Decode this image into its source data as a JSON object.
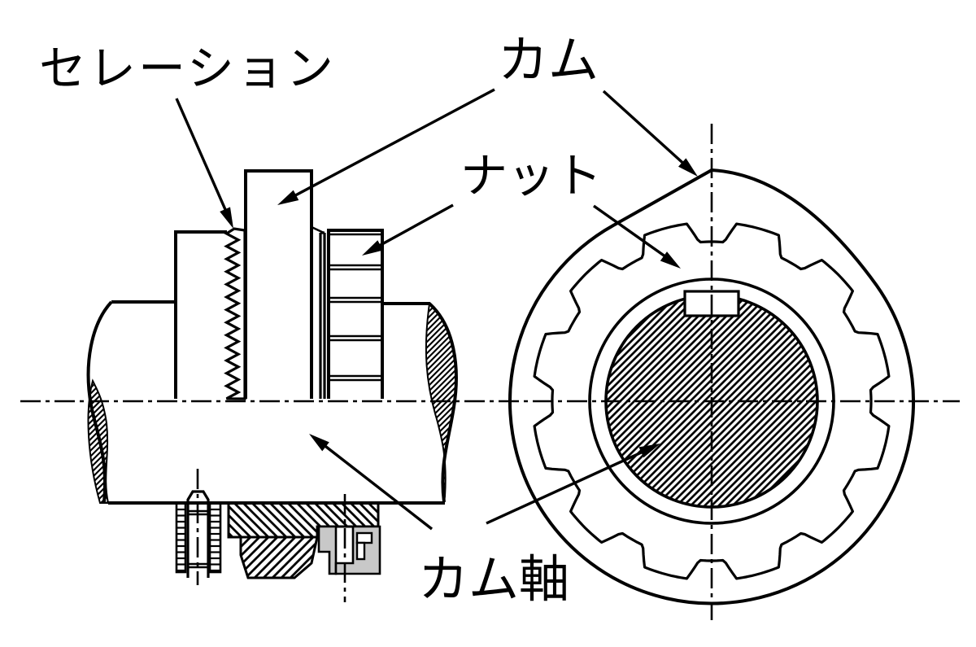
{
  "diagram": {
    "type": "technical-drawing",
    "background_color": "#ffffff",
    "line_color": "#000000",
    "gray_part_color": "#c8c8c8",
    "labels": {
      "serration": "セレーション",
      "cam": "カム",
      "nut": "ナット",
      "camshaft": "カム軸"
    }
  }
}
